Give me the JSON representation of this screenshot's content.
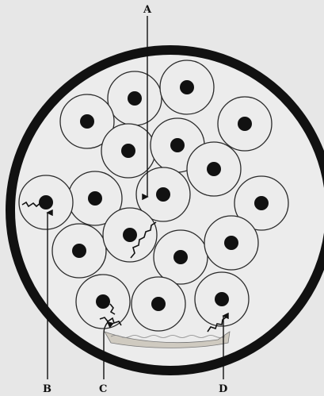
{
  "labels": {
    "a": "A",
    "b": "B",
    "c": "C",
    "d": "D"
  },
  "colors": {
    "background": "#e7e7e7",
    "ink": "#111111",
    "cell_fill": "#ececec",
    "cell_outline": "#2a2a2a",
    "sediment": "#cfcac0"
  }
}
